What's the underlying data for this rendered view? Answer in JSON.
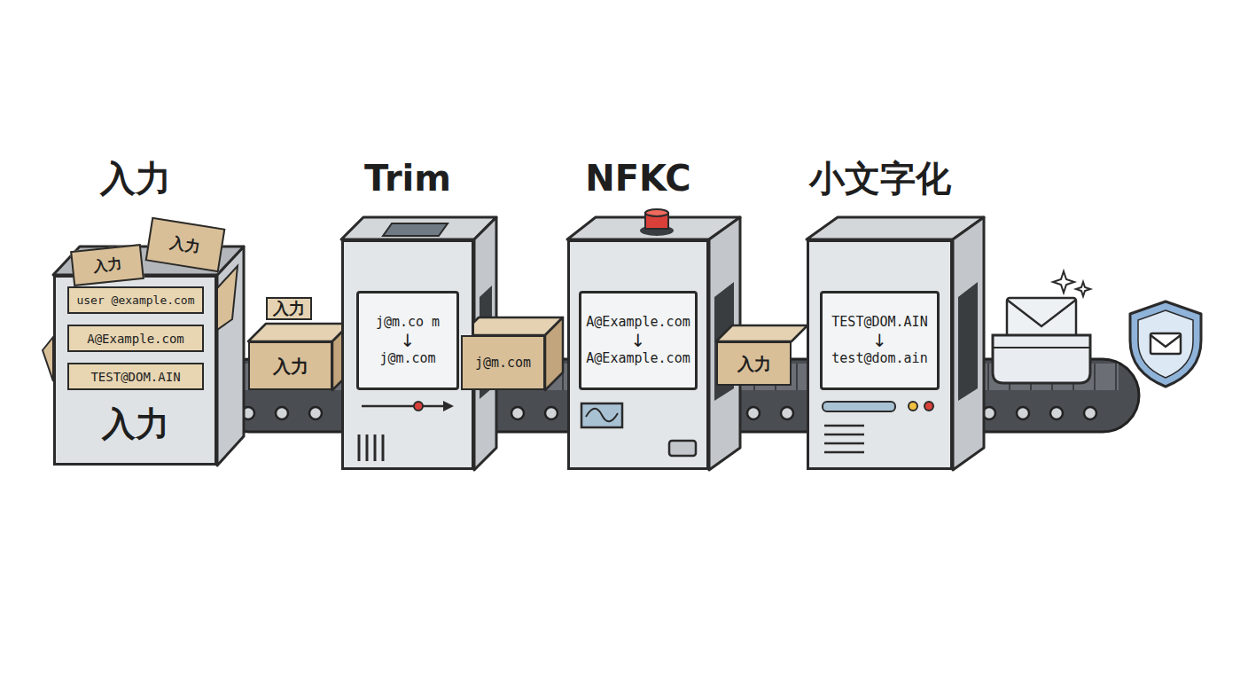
{
  "diagram": {
    "nodes": [
      {
        "text": [
          "入力",
          "入力"
        ]
      },
      {
        "text": [
          "user @example.com"
        ],
        "in": 0
      },
      {
        "text": [
          "A@Example.com"
        ],
        "in": 0
      },
      {
        "text": [
          "TEST@DOM.AIN"
        ],
        "in": 0
      },
      {
        "text": [
          "入力"
        ],
        "in": 0
      },
      {
        "text": [
          "入力"
        ],
        "in": 0
      },
      {
        "text": [
          "入力",
          "入力"
        ]
      },
      {
        "text": [
          "Trim"
        ]
      },
      {
        "text": [
          "j@m.co m",
          "↓",
          "j@m.com"
        ],
        "in": 7
      },
      {
        "text": [
          "j@m.com"
        ]
      },
      {
        "text": [
          "NFKC"
        ]
      },
      {
        "text": [
          "A@Example.com",
          "↓",
          "A@Example.com"
        ],
        "in": 10
      },
      {
        "text": [
          "入力"
        ]
      },
      {
        "text": [
          "小文字化"
        ]
      },
      {
        "text": [
          "TEST@DOM.AIN",
          "↓",
          "test@dom.ain"
        ],
        "in": 13
      }
    ]
  }
}
